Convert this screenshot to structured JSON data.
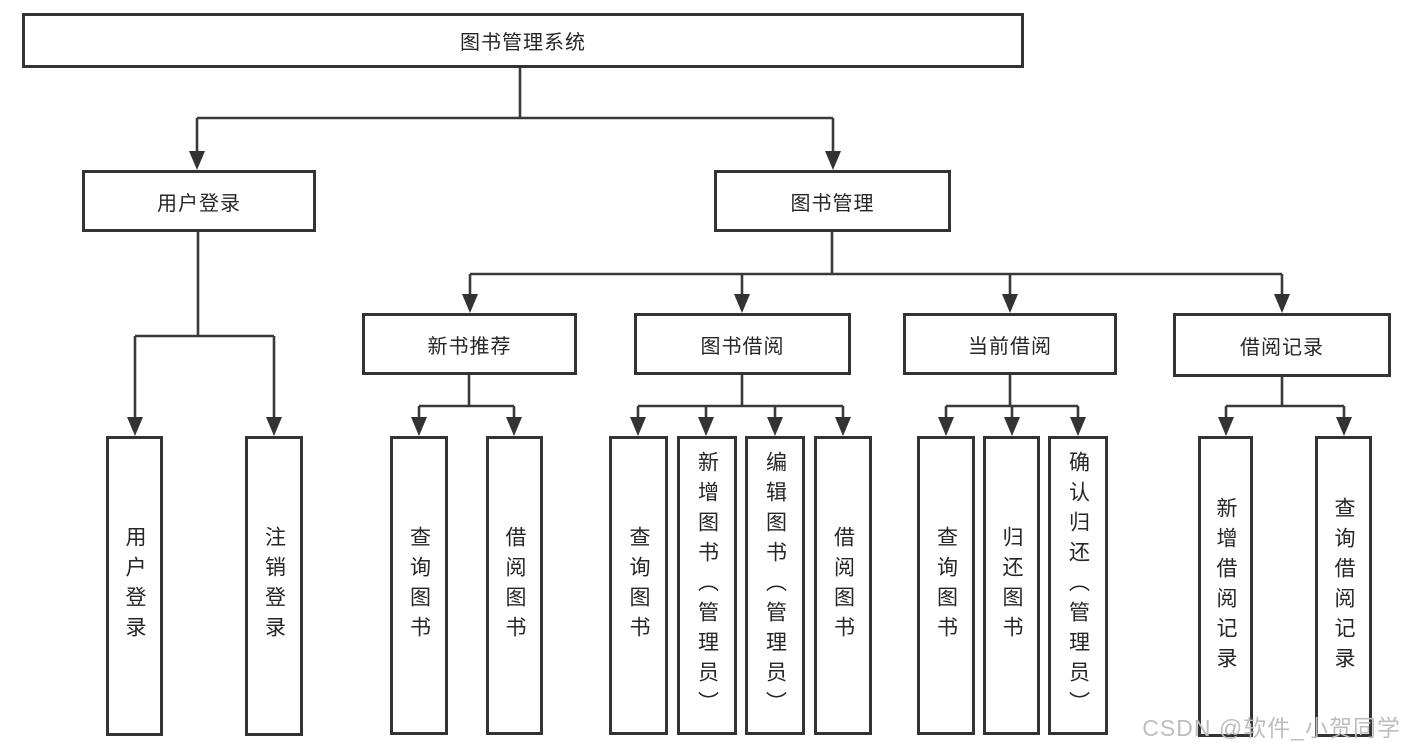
{
  "diagram_type": "functional-structure-tree",
  "tree": {
    "root": {
      "label": "图书管理系统"
    },
    "branches": [
      {
        "label": "用户登录",
        "children": [
          {
            "label": "用户登录"
          },
          {
            "label": "注销登录"
          }
        ]
      },
      {
        "label": "图书管理",
        "children": [
          {
            "label": "新书推荐",
            "children": [
              {
                "label": "查询图书"
              },
              {
                "label": "借阅图书"
              }
            ]
          },
          {
            "label": "图书借阅",
            "children": [
              {
                "label": "查询图书"
              },
              {
                "label": "新增图书（管理员）"
              },
              {
                "label": "编辑图书（管理员）"
              },
              {
                "label": "借阅图书"
              }
            ]
          },
          {
            "label": "当前借阅",
            "children": [
              {
                "label": "查询图书"
              },
              {
                "label": "归还图书"
              },
              {
                "label": "确认归还（管理员）"
              }
            ]
          },
          {
            "label": "借阅记录",
            "children": [
              {
                "label": "新增借阅记录"
              },
              {
                "label": "查询借阅记录"
              }
            ]
          }
        ]
      }
    ]
  },
  "watermark": {
    "text": "CSDN @软件_小贺同学"
  },
  "colors": {
    "background": "#ffffff",
    "box_border": "#333333",
    "connector_line": "#3a3a3a",
    "text": "#262626",
    "watermark": "#bdbdbd"
  }
}
